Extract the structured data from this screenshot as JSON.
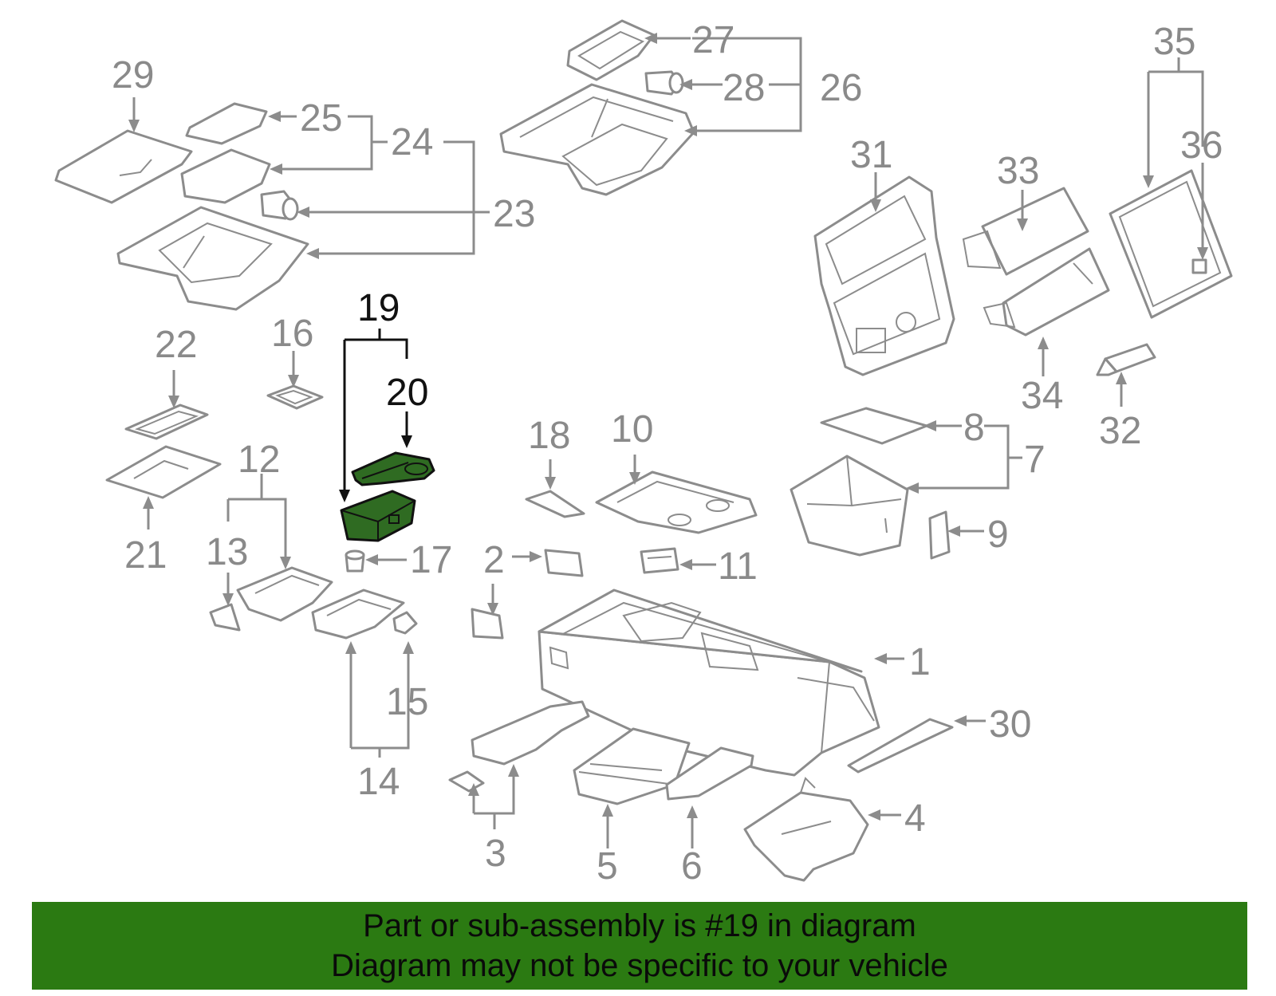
{
  "diagram": {
    "highlighted_part": "19",
    "part_numbers": [
      "1",
      "2",
      "3",
      "4",
      "5",
      "6",
      "7",
      "8",
      "9",
      "10",
      "11",
      "12",
      "13",
      "14",
      "15",
      "16",
      "17",
      "18",
      "19",
      "20",
      "21",
      "22",
      "23",
      "24",
      "25",
      "26",
      "27",
      "28",
      "29",
      "30",
      "31",
      "32",
      "33",
      "34",
      "35",
      "36"
    ],
    "colors": {
      "line": "#8c8c8c",
      "highlight_fill": "#2f6b22",
      "highlight_line": "#111111",
      "banner_bg": "#2b7a12"
    }
  },
  "banner": {
    "line1": "Part or sub-assembly is #19 in diagram",
    "line2": "Diagram may not be specific to your vehicle"
  }
}
